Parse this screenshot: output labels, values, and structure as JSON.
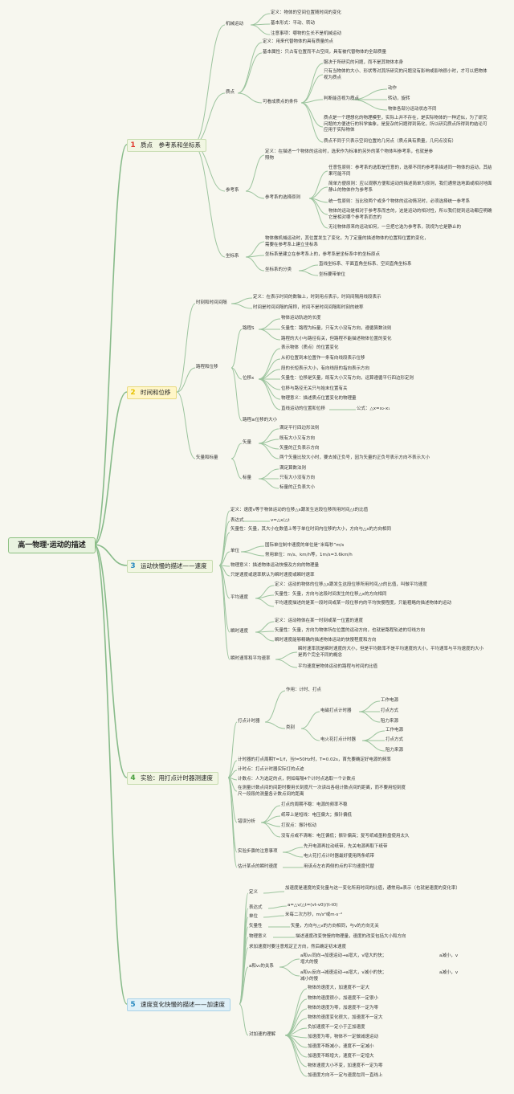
{
  "root": "高一物理·运动的描述",
  "topics": [
    {
      "num": "1",
      "title": "质点　参考系和坐标系"
    },
    {
      "num": "2",
      "title": "时间和位移"
    },
    {
      "num": "3",
      "title": "运动快慢的描述——速度"
    },
    {
      "num": "4",
      "title": "实验：用打点计时器测速度"
    },
    {
      "num": "5",
      "title": "速度变化快慢的描述——加速度"
    }
  ],
  "n": {
    "jx": "机械运动",
    "jx1": "定义：物体的空间位置随时间的变化",
    "jx2": "基本形式：平动、转动",
    "jx3": "注意事项：哪物的生长不是机械运动",
    "zd": "质点",
    "zd1": "定义：用来代替物体的具有质量的点",
    "zd2": "基本属性：只占有位置而不占空间，具有被代替物体的全部质量",
    "zd3": "可看成质点的条件",
    "zd3a": "服决于所研究的问题，而不是其物体本身",
    "zd3b": "只有当物体的大小、形状等对其所研究的问题没有影响或影响很小时，才可以把物体视为质点",
    "zd3c": "判断能否视为质点",
    "zd3c1": "动作",
    "zd3c2": "转动，旋转",
    "zd3c3": "物体各部分运动状态不同",
    "zd3d": "质点是一个理想化的物理模型，实际上并不存在，是实际物体的一种近似，为了研究问题的方便进行的科学抽象，是复杂的问题得到简化，所以研究质点所得到的结论可应用于实际物体",
    "zd3e": "质点不同于只表示空间位置的几何点（质点具有质量，几何点没有）",
    "ckx": "参考系",
    "ck1": "定义：在描述一个物体的运动时，选来作为标准的另外的某个物体叫参考系，也就是参照物",
    "ck2": "参考系的选择原则",
    "ck2a": "任意性原则：参考系的选取是任意的，选择不同的参考系描述同一物体的运动，其结果可能不同",
    "ck2b": "简单方便原则：应以观察方便和运动的描述简单为原则，我们通常选地面或相对地面静止的物体作为参考系",
    "ck2c": "统一性原则：当比较两个或多个物体的运动情况时，必须选择统一参考系",
    "ck2d": "物体的运动是相对于参考系而言的，这是运动的相对性，所以我们提到运动都应明确它是相对哪个参考系而言的",
    "ck2e": "无论物体原来的运动如何，一旦把它选为参考系，就视为它是静止的",
    "zbx": "坐标系",
    "zb1": "物体做机械运动时，其位置发生了变化，为了定量的描述物体的位置和位置的变化，需要在参考系上建立坐标系",
    "zb2": "坐标系是建立在参考系上的，参考系是坐标系中的坐标原点",
    "zb3": "坐标系的分类",
    "zb3a": "直线坐标系、平面直角坐标系、空间直角坐标系",
    "zb3b": "坐标要带单位",
    "sj": "时刻和时间间隔",
    "sj1": "定义：在表示时间的数轴上，时刻用点表示，时间间隔用线段表示",
    "sj2": "时间是时间间隔的简称，时间不是时间间隔和时刻的统称",
    "lw": "路程和位移",
    "lc": "路程S",
    "lc1": "物体运动轨迹的长度",
    "lc2": "矢量性：路程为标量，只有大小没有方向，遵循算数法则",
    "lc3": "路程的大小与路径有关，但路程不能描述物体位置的变化",
    "wy": "位移x",
    "wy1": "表示物体（质点）的位置变化",
    "wy2": "从初位置到末位置作一条有向线段表示位移",
    "wy3": "段的长短表示大小，有向线段的指向表示方向",
    "wy4": "矢量性：位移是矢量，既有大小又有方向，运算遵循平行四边形定则",
    "wy5": "位移与路径无关只与始末位置有关",
    "wy6": "物理意义：描述质点位置变化的物理量",
    "wy7": "直线运动的位置和位移",
    "wy7a": "公式：△x=x₂-x₁",
    "lw3": "路程≥位移的大小",
    "sb": "矢量和标量",
    "sl": "矢量",
    "sl1": "满足平行四边形法则",
    "sl2": "既有大小又有方向",
    "sl3": "矢量的正负表示方向",
    "sl4": "两个矢量比较大小时，要去掉正负号，因为矢量的正负号表示方向不表示大小",
    "bl": "标量",
    "bl1": "满足算数法则",
    "bl2": "只有大小没有方向",
    "bl3": "标量的正负表大小",
    "v1": "定义：速度v等于物体运动的位移△x跟发生这段位移所用时间△t的比值",
    "v2": "表达式",
    "v2a": "v=△x/△t",
    "v3": "矢量性：矢量，其大小在数值上等于单位时间内位移的大小，方向与△x的方向相同",
    "v4": "单位",
    "v4a": "国际单位制中速度的单位是“米每秒”m/s",
    "v4b": "常用单位：m/s、km/h等，1m/s=3.6km/h",
    "v5": "物理意义：描述物体运动快慢及方向的物理量",
    "v6": "只是速度或速率默认为瞬时速度或瞬时速率",
    "pj": "平均速度",
    "pj1": "定义：运动的物体的位移△x跟发生这段位移所用时间△t的比值，叫做平均速度",
    "pj2": "矢量性：矢量，方向与这段时间发生的位移△x的方向相同",
    "pj3": "平均速度描述的是某一段时间或某一段位移内的平均快慢程度，只能粗略的描述物体的运动",
    "ss": "瞬时速度",
    "ss1": "定义：运动物体在某一时刻或某一位置的速度",
    "ss2": "矢量性：矢量，方向为物体所在位置的运动方向，也就是路程轨迹的切线方向",
    "ss3": "瞬时速度能够精确的描述物体运动的快慢程度和方向",
    "sl5": "瞬时速率和平均速率",
    "sl5a": "瞬时速率就是瞬时速度的大小，但是平均数率不是平均速度的大小，平均速率与平均速度的大小是两个完全不同的概念",
    "sl5b": "平均速度是物体运动的路程与时间的比值",
    "dd": "打点计时器",
    "dd1": "作用：计时、打点",
    "dd2": "类别",
    "dd2a": "电磁打点计时器",
    "dd2a1": "工作电源",
    "dd2a2": "打点方式",
    "dd2a3": "阻力来源",
    "dd2b": "电火花打点计时器",
    "dd2b1": "工作电源",
    "dd2b2": "打点方式",
    "dd2b3": "阻力来源",
    "e1": "计时器的打点周期T=1/f，当f=50Hz时，T=0.02s，首先要确定好电源的频率",
    "e2": "计时点：打点计时器实际打的点迹",
    "e3": "计数点：人为选定的点，例如每隔4个计时点选取一个计数点",
    "e4": "在测量计数点间的间距时要用长刻度尺一次读出各组计数点间的距离，而不要用短刻度尺一段段的测量各计数点间的距离",
    "wc": "错误分析",
    "wc1": "打点的周期不稳：电源的频率不稳",
    "wc2": "纸带上是短线：电压偏大；振针偏低",
    "wc3": "打双点：振针松动",
    "wc4": "没有点或不清晰：电压偏低；振针偏高；复写纸或墨粉盘使用太久",
    "zy": "实验步骤的注意事项",
    "zy1": "先开电源再拉动纸带，先关电源再取下纸带",
    "zy2": "电火花打点计时器最好使用两条纸带",
    "gs": "估计某点的瞬时速度",
    "gs1": "用该点左右两侧的点的平均速度代替",
    "a1": "定义",
    "a1a": "加速度是速度的变化量与这一变化所用时间的比值，通常用a表示（也就是速度的变化率）",
    "a2": "表达式",
    "a2a": "a=△v/△t=(vt-v0)/(t-t0)",
    "a3": "单位",
    "a3a": "米每二次方秒，m/s²或m·s⁻²",
    "a4": "矢量性",
    "a4a": "矢量，方向与△v的方向相同，与v的方向无关",
    "a5": "物理意义",
    "a5a": "描述速度改变快慢的物理量，速度的改变包括大小和方向",
    "a6": "求加速度时要注意规定正方向，然后确定初末速度",
    "a7": "a和v₀的关系",
    "a7a": "a和v₀同向→加速运动→a增大，v增大的快；",
    "a7a2": "a减小，v增大的慢",
    "a7b": "a和v₀反向→减速运动→a增大，v减小的快；",
    "a7b2": "a减小，v减小的慢",
    "a8": "对加速的理解",
    "a8a": "物体的速度大，加速度不一定大",
    "a8b": "物体的速度很小，加速度不一定很小",
    "a8c": "物体的速度为零，加速度不一定为零",
    "a8d": "物体的速度变化很大，加速度不一定大",
    "a8e": "负加速度不一定小于正加速度",
    "a8f": "加速度为零，物体不一定做减速运动",
    "a8g": "加速度不断减小，速度不一定减小",
    "a8h": "加速度不断增大，速度不一定增大",
    "a8i": "物体速度大小不变，加速度不一定为零",
    "a8j": "加速度方向不一定与速度在同一直线上"
  }
}
